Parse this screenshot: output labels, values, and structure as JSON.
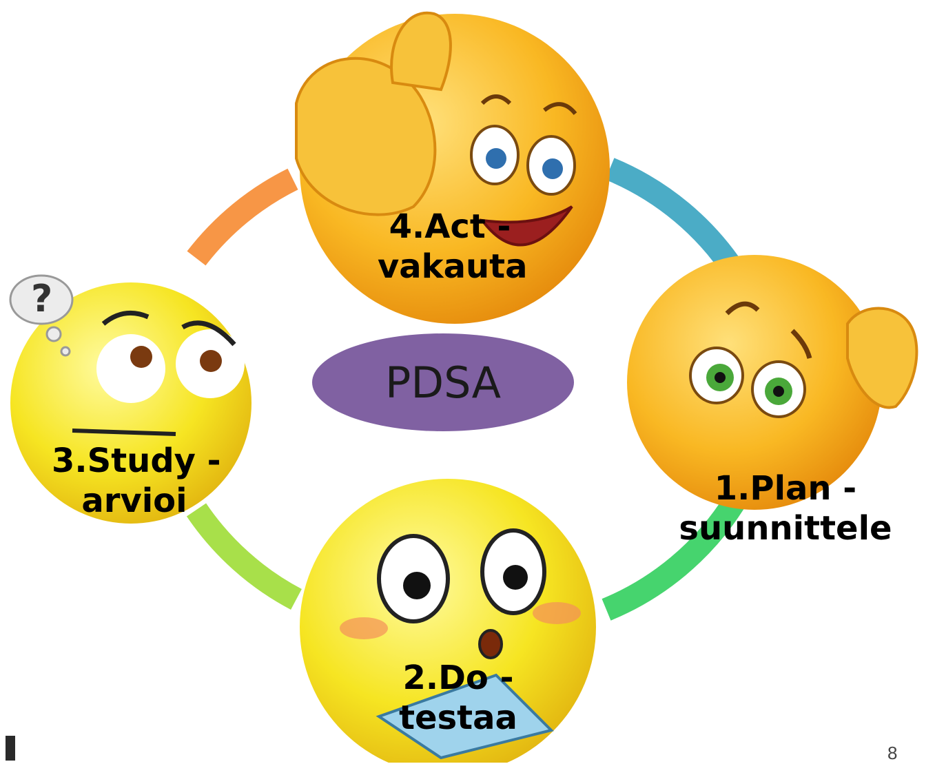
{
  "diagram": {
    "center_label": "PDSA",
    "steps": [
      {
        "id": "plan",
        "line1": "1.Plan -",
        "line2": "suunnittele"
      },
      {
        "id": "do",
        "line1": "2.Do -",
        "line2": "testaa"
      },
      {
        "id": "study",
        "line1": "3.Study -",
        "line2": "arvioi"
      },
      {
        "id": "act",
        "line1": "4.Act -",
        "line2": "vakauta"
      }
    ],
    "icons": {
      "act": "thumbs-up-smiley-icon",
      "plan": "worried-scratching-head-smiley-icon",
      "do": "surprised-fan-smiley-icon",
      "study": "thinking-question-smiley-icon"
    },
    "colors": {
      "center_ellipse": "#8061A2",
      "arc_act_to_plan": "#4BACC6",
      "arc_plan_to_do": "#46D46E",
      "arc_do_to_study": "#A8E04A",
      "arc_study_to_act": "#F79646",
      "smiley_face": "#F9C21B",
      "smiley_face_yellow": "#F5E31E"
    }
  },
  "footer": {
    "page_number": "8"
  }
}
